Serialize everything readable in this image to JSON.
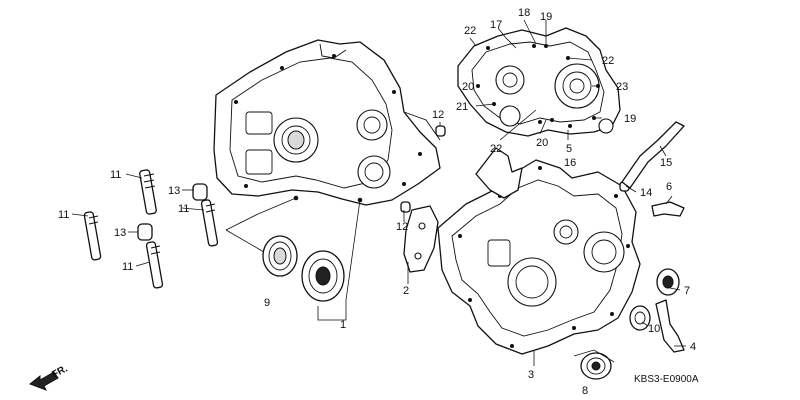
{
  "diagram_code": "KBS3-E0900A",
  "direction_label": "FR.",
  "callouts": {
    "c1": "1",
    "c2": "2",
    "c3": "3",
    "c4": "4",
    "c5": "5",
    "c6": "6",
    "c7": "7",
    "c8": "8",
    "c9": "9",
    "c10": "10",
    "c11a": "11",
    "c11b": "11",
    "c11c": "11",
    "c11d": "11",
    "c12a": "12",
    "c12b": "12",
    "c13a": "13",
    "c13b": "13",
    "c14": "14",
    "c15": "15",
    "c16": "16",
    "c17": "17",
    "c18": "18",
    "c19a": "19",
    "c19b": "19",
    "c20a": "20",
    "c20b": "20",
    "c21": "21",
    "c22a": "22",
    "c22b": "22",
    "c22c": "22",
    "c23": "23"
  }
}
